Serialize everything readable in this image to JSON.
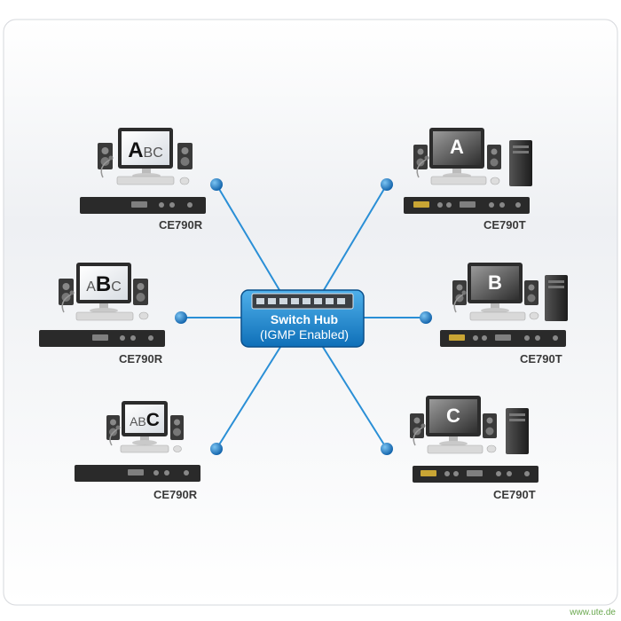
{
  "hub": {
    "title": "Switch Hub",
    "subtitle": "(IGMP Enabled)"
  },
  "receivers": [
    {
      "screen": "ABC",
      "highlight": "A",
      "label": "CE790R"
    },
    {
      "screen": "ABC",
      "highlight": "B",
      "label": "CE790R"
    },
    {
      "screen": "ABC",
      "highlight": "C",
      "label": "CE790R"
    }
  ],
  "transmitters": [
    {
      "screen": "A",
      "label": "CE790T"
    },
    {
      "screen": "B",
      "label": "CE790T"
    },
    {
      "screen": "C",
      "label": "CE790T"
    }
  ],
  "footer": "www.ute.de",
  "colors": {
    "connector": "#2a8fd6",
    "node": "#1976c8",
    "hub_fill": "#1a86d0",
    "device": "#2a2a2a"
  }
}
